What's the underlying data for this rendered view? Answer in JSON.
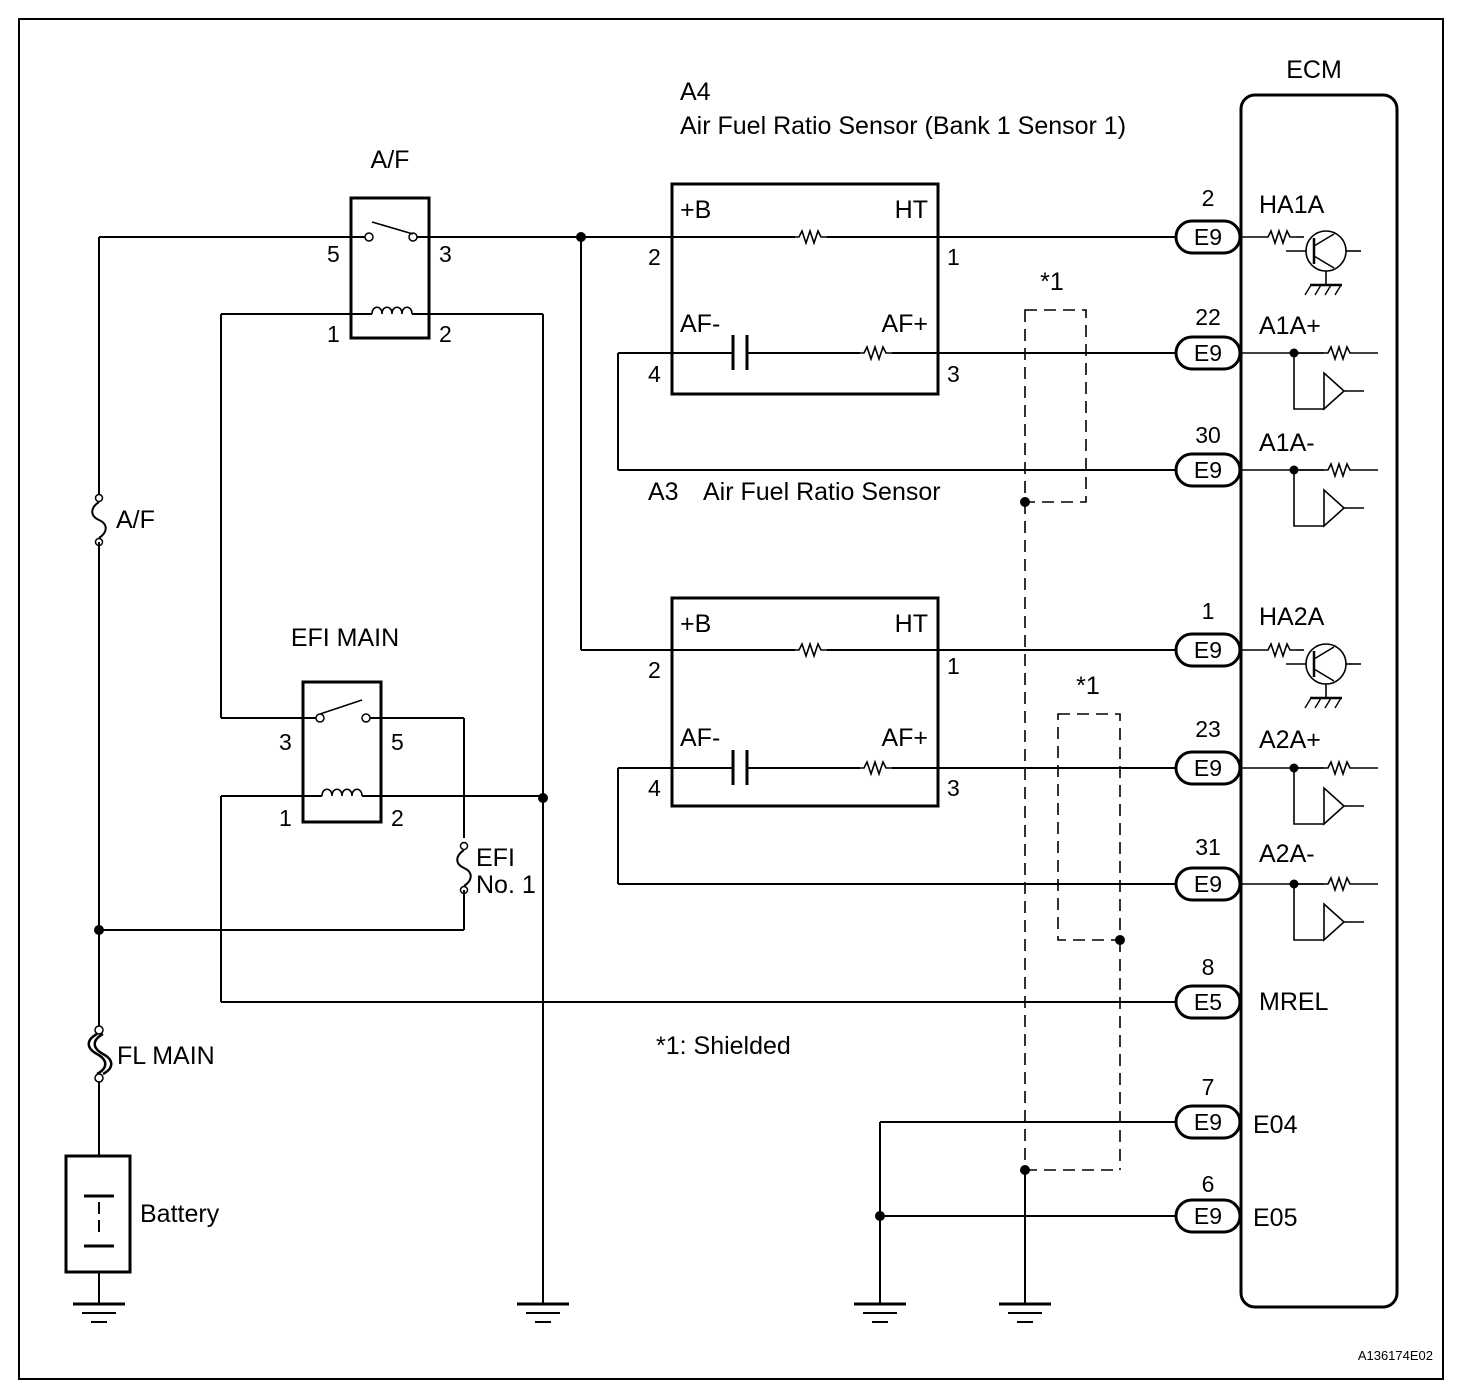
{
  "ecm": {
    "title": "ECM"
  },
  "sensor1": {
    "code": "A4",
    "name": "Air Fuel Ratio Sensor (Bank 1 Sensor 1)"
  },
  "sensor2": {
    "code": "A3",
    "name": "Air Fuel Ratio Sensor"
  },
  "sensor_terms": {
    "plus_b": "+B",
    "ht": "HT",
    "af_minus": "AF-",
    "af_plus": "AF+"
  },
  "sensor_pins": {
    "p1": "1",
    "p2": "2",
    "p3": "3",
    "p4": "4"
  },
  "relay_af": {
    "name": "A/F",
    "pins": [
      "5",
      "3",
      "1",
      "2"
    ]
  },
  "relay_efi": {
    "name": "EFI MAIN",
    "pins": [
      "3",
      "5",
      "1",
      "2"
    ]
  },
  "fuses": {
    "af": "A/F",
    "efi_line1": "EFI",
    "efi_line2": "No. 1",
    "fl_main": "FL MAIN"
  },
  "battery": {
    "label": "Battery"
  },
  "shield": {
    "marker": "*1",
    "note": "*1: Shielded"
  },
  "ecm_terminals": [
    {
      "pin": "2",
      "conn": "E9",
      "name": "HA1A"
    },
    {
      "pin": "22",
      "conn": "E9",
      "name": "A1A+"
    },
    {
      "pin": "30",
      "conn": "E9",
      "name": "A1A-"
    },
    {
      "pin": "1",
      "conn": "E9",
      "name": "HA2A"
    },
    {
      "pin": "23",
      "conn": "E9",
      "name": "A2A+"
    },
    {
      "pin": "31",
      "conn": "E9",
      "name": "A2A-"
    },
    {
      "pin": "8",
      "conn": "E5",
      "name": "MREL"
    },
    {
      "pin": "7",
      "conn": "E9",
      "name": "E04"
    },
    {
      "pin": "6",
      "conn": "E9",
      "name": "E05"
    }
  ],
  "figure_id": "A136174E02"
}
